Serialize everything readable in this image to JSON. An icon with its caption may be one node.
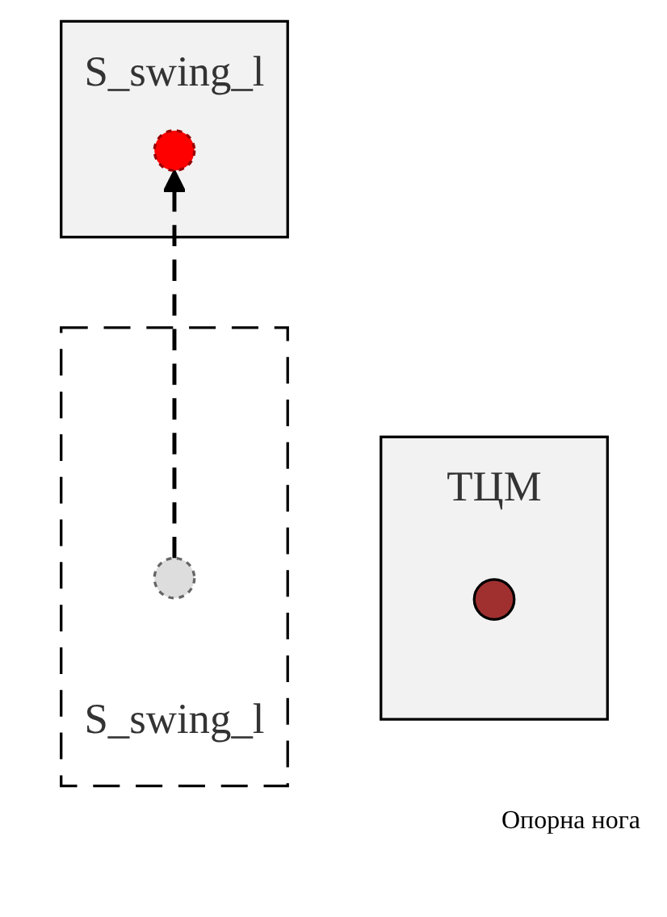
{
  "diagram": {
    "nodes": [
      {
        "text": [
          "S_swing_l"
        ]
      },
      {
        "text": [],
        "shape": "circle",
        "in": 0
      },
      {
        "text": [
          "S_swing_l"
        ]
      },
      {
        "text": [],
        "shape": "circle",
        "in": 2
      },
      {
        "text": [
          "ТЦМ"
        ]
      },
      {
        "text": [],
        "shape": "circle",
        "in": 4
      }
    ],
    "edges": [
      {
        "from": 3,
        "to": 1,
        "arrow": "to",
        "style": "dashed"
      }
    ],
    "labels": [
      "Опорна нога"
    ]
  }
}
